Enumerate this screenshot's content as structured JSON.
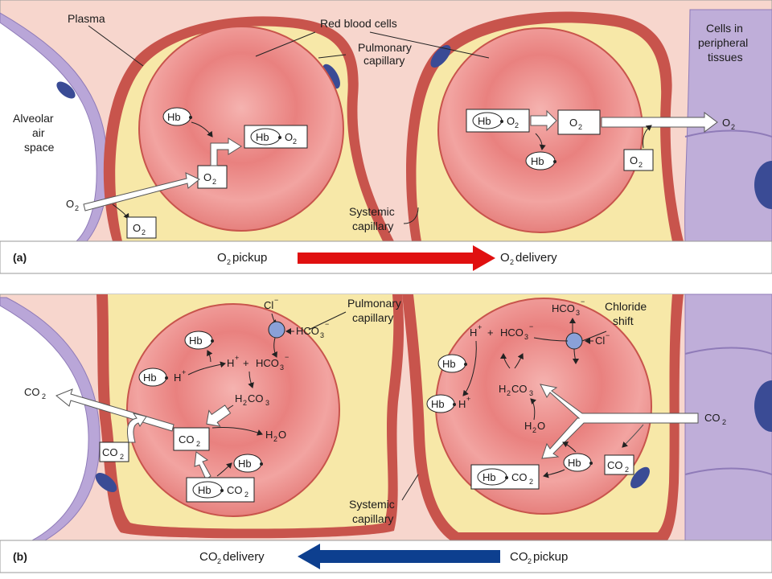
{
  "panel_a": {
    "letter": "(a)",
    "labels": {
      "plasma": "Plasma",
      "red_blood_cells": "Red blood cells",
      "pulmonary_capillary_l1": "Pulmonary",
      "pulmonary_capillary_l2": "capillary",
      "cells_in_l1": "Cells in",
      "cells_in_l2": "peripheral",
      "cells_in_l3": "tissues",
      "alveolar_l1": "Alveolar",
      "alveolar_l2": "air",
      "alveolar_l3": "space",
      "systemic_l1": "Systemic",
      "systemic_l2": "capillary"
    },
    "process_left": {
      "main": "O",
      "sub": "2",
      "rest": " pickup"
    },
    "process_right": {
      "main": "O",
      "sub": "2",
      "rest": " delivery"
    },
    "arrow_color": "#e01010"
  },
  "panel_b": {
    "letter": "(b)",
    "labels": {
      "pulmonary_capillary_l1": "Pulmonary",
      "pulmonary_capillary_l2": "capillary",
      "chloride_shift_l1": "Chloride",
      "chloride_shift_l2": "shift",
      "systemic_l1": "Systemic",
      "systemic_l2": "capillary"
    },
    "process_left": {
      "main": "CO",
      "sub": "2",
      "rest": " delivery"
    },
    "process_right": {
      "main": "CO",
      "sub": "2",
      "rest": " pickup"
    },
    "arrow_color": "#0d3f8f"
  },
  "molecules": {
    "hb": "Hb",
    "o_main": "O",
    "co_main": "CO",
    "two": "2",
    "three": "3",
    "h_plus": "H",
    "plus_sign": "+",
    "minus_sign": "−",
    "hco": "HCO",
    "h2co3_h": "H",
    "h2co3_co": "CO",
    "h2o_h": "H",
    "h2o_o": "O",
    "cl": "Cl",
    "plus_join": "+"
  },
  "colors": {
    "plasma": "#f7d6cd",
    "capillary_wall": "#c8544c",
    "rbc_outer": "#f7e8a8",
    "rbc": "#f29a98",
    "alveolar_cell": "#b9a6d8",
    "tissue_cell": "#bfaed9",
    "nucleus": "#3a4b95",
    "transporter": "#8aa1d8"
  }
}
